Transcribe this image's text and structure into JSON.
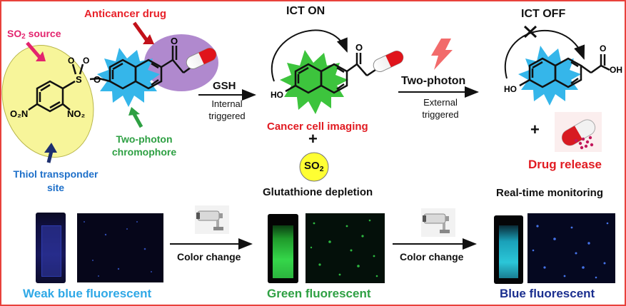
{
  "labels": {
    "anticancer_drug": "Anticancer drug",
    "so2_source_prefix": "SO",
    "so2_source_sub": "2",
    "so2_source_suffix": " source",
    "two_photon_chromophore_line1": "Two-photon",
    "two_photon_chromophore_line2": "chromophore",
    "thiol_line1": "Thiol transponder",
    "thiol_line2": "site",
    "ict_on": "ICT ON",
    "ict_off": "ICT OFF",
    "gsh": "GSH",
    "internal_line1": "Internal",
    "internal_line2": "triggered",
    "two_photon": "Two-photon",
    "external_line1": "External",
    "external_line2": "triggered",
    "cancer_cell_imaging": "Cancer cell imaging",
    "plus": "+",
    "so2_bubble_main": "SO",
    "so2_bubble_sub": "2",
    "glutathione_depletion": "Glutathione depletion",
    "drug_release": "Drug release",
    "real_time_monitoring": "Real-time monitoring",
    "color_change_1": "Color change",
    "color_change_2": "Color change",
    "weak_blue": "Weak blue fluorescent",
    "green": "Green fluorescent",
    "blue": "Blue fluorescent"
  },
  "atoms": {
    "o_sulfonate": "O",
    "s": "S",
    "o_top1": "O",
    "o_top2": "O",
    "no2_left": "O₂N",
    "no2_right": "NO₂",
    "carbonyl_left": "O",
    "ho_mid": "HO",
    "carbonyl_mid": "O",
    "ho_right": "HO",
    "cooh_o": "O",
    "cooh_oh": "OH"
  },
  "colors": {
    "frame": "#e8413c",
    "anticancer_drug": "#e8222a",
    "so2_source": "#e3246e",
    "two_photon_chromophore": "#2ea043",
    "thiol": "#1d6fc9",
    "black": "#111111",
    "red_text": "#e11b22",
    "weak_blue": "#2fa8e6",
    "green": "#2ea043",
    "blue_fluor": "#1b2f8f",
    "yellow_ellipse": "#f7f59a",
    "purple_circle": "#a77cc9",
    "starburst_blue": "#35b6ea",
    "starburst_green": "#3dc43d"
  },
  "icons": [
    "arrow-icon",
    "lightning-icon",
    "capsule-icon",
    "camera-icon",
    "plus-icon"
  ]
}
